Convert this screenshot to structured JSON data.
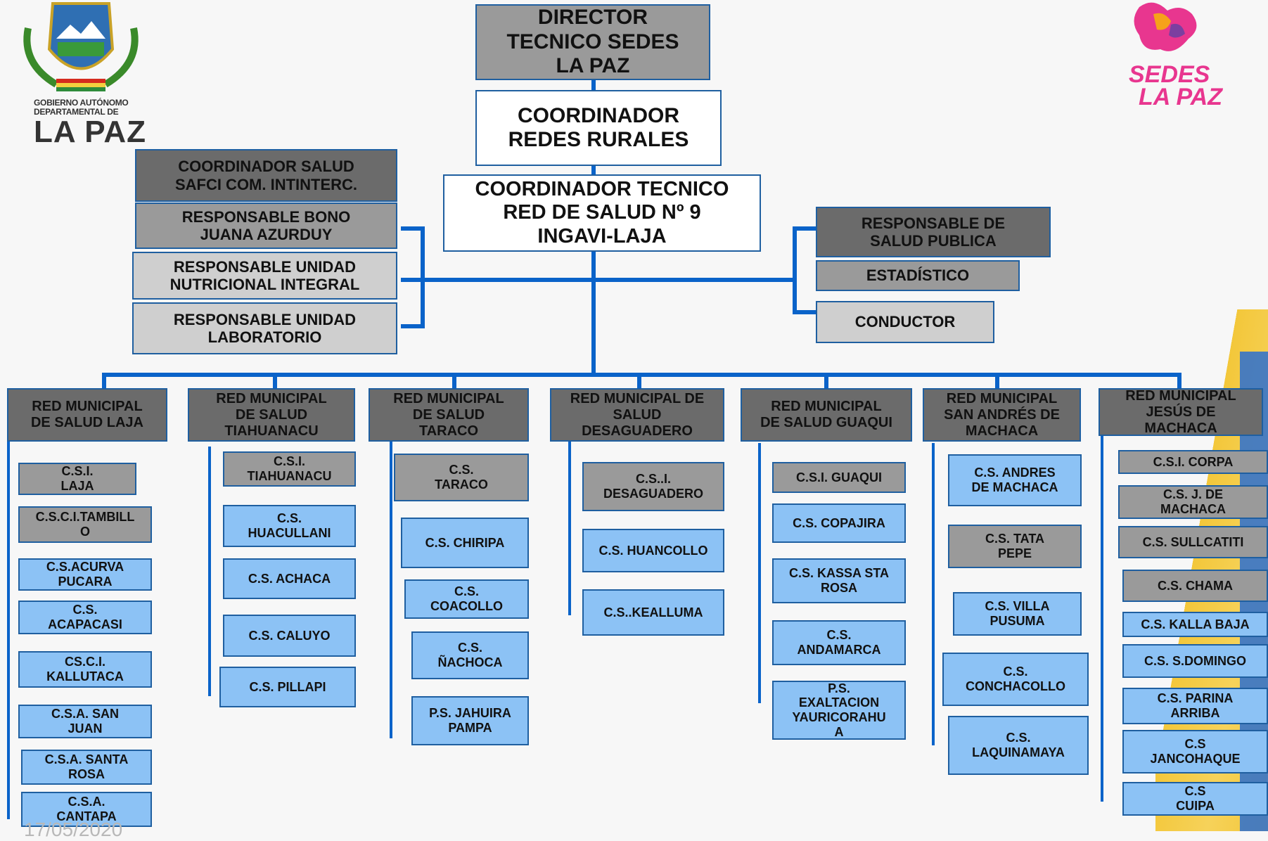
{
  "logos": {
    "left": {
      "line1": "GOBIERNO AUTÓNOMO",
      "line2": "DEPARTAMENTAL DE",
      "line3": "LA PAZ"
    },
    "right": {
      "line1": "SEDES",
      "line2": "LA PAZ"
    }
  },
  "top": {
    "director": "DIRECTOR\nTECNICO SEDES\nLA PAZ",
    "coord_redes": "COORDINADOR\nREDES RURALES",
    "coord_tecnico": "COORDINADOR TECNICO\nRED DE SALUD Nº 9\nINGAVI-LAJA"
  },
  "left_staff": [
    "COORDINADOR SALUD\nSAFCI  COM. INTINTERC.",
    "RESPONSABLE BONO\nJUANA AZURDUY",
    "RESPONSABLE UNIDAD\nNUTRICIONAL INTEGRAL",
    "RESPONSABLE UNIDAD\nLABORATORIO"
  ],
  "right_staff": [
    "RESPONSABLE DE\nSALUD PUBLICA",
    "ESTADÍSTICO",
    "CONDUCTOR"
  ],
  "networks": [
    {
      "name": "RED MUNICIPAL\nDE SALUD LAJA",
      "centers": [
        "C.S.I.\nLAJA",
        "C.S.C.I.TAMBILL\nO",
        "C.S.ACURVA\nPUCARA",
        "C.S.\nACAPACASI",
        "CS.C.I.\nKALLUTACA",
        "C.S.A. SAN\nJUAN",
        "C.S.A. SANTA\nROSA",
        "C.S.A.\nCANTAPA"
      ]
    },
    {
      "name": "RED MUNICIPAL\nDE SALUD\nTIAHUANACU",
      "centers": [
        "C.S.I.\nTIAHUANACU",
        "C.S.\nHUACULLANI",
        "C.S. ACHACA",
        "C.S.  CALUYO",
        "C.S. PILLAPI"
      ]
    },
    {
      "name": "RED MUNICIPAL\nDE SALUD\nTARACO",
      "centers": [
        "C.S.\nTARACO",
        "C.S. CHIRIPA",
        "C.S.\nCOACOLLO",
        "C.S.\nÑACHOCA",
        "P.S. JAHUIRA\nPAMPA"
      ]
    },
    {
      "name": "RED MUNICIPAL DE\nSALUD\nDESAGUADERO",
      "centers": [
        "C.S..I.\nDESAGUADERO",
        "C.S. HUANCOLLO",
        "C.S..KEALLUMA"
      ]
    },
    {
      "name": "RED MUNICIPAL\nDE SALUD GUAQUI",
      "centers": [
        "C.S.I.  GUAQUI",
        "C.S. COPAJIRA",
        "C.S. KASSA STA\nROSA",
        "C.S.\nANDAMARCA",
        "P.S.\nEXALTACION\nYAURICORAHU\nA"
      ]
    },
    {
      "name": "RED MUNICIPAL\nSAN ANDRÉS DE\nMACHACA",
      "centers": [
        "C.S. ANDRES\nDE MACHACA",
        "C.S.  TATA\nPEPE",
        "C.S. VILLA\nPUSUMA",
        "C.S.\nCONCHACOLLO",
        "C.S.\nLAQUINAMAYA"
      ]
    },
    {
      "name": "RED MUNICIPAL\nJESÚS  DE\nMACHACA",
      "centers": [
        "C.S.I. CORPA",
        "C.S. J. DE\nMACHACA",
        "C.S. SULLCATITI",
        "C.S. CHAMA",
        "C.S. KALLA BAJA",
        "C.S. S.DOMINGO",
        "C.S. PARINA\nARRIBA",
        "C.S\nJANCOHAQUE",
        "C.S\nCUIPA"
      ]
    }
  ],
  "footer": {
    "date": "17/05/2020"
  }
}
